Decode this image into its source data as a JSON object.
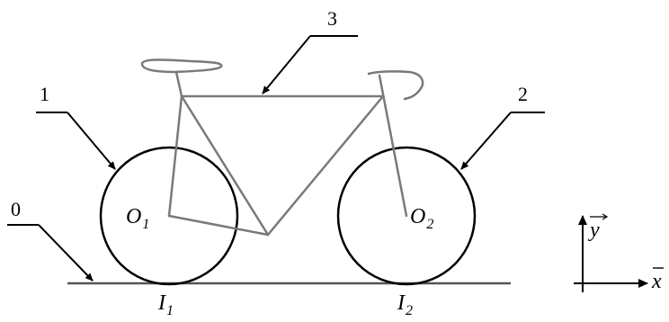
{
  "callouts": {
    "ground": "0",
    "rear_wheel": "1",
    "front_wheel": "2",
    "frame": "3"
  },
  "points": {
    "o1_letter": "O",
    "o1_sub": "1",
    "o2_letter": "O",
    "o2_sub": "2",
    "i1_letter": "I",
    "i1_sub": "1",
    "i2_letter": "I",
    "i2_sub": "2"
  },
  "axes": {
    "x_label": "x",
    "y_label": "y"
  },
  "colors": {
    "wheel": "#000000",
    "frame": "#7a7a7a",
    "ground": "#555555",
    "leader": "#000000"
  }
}
